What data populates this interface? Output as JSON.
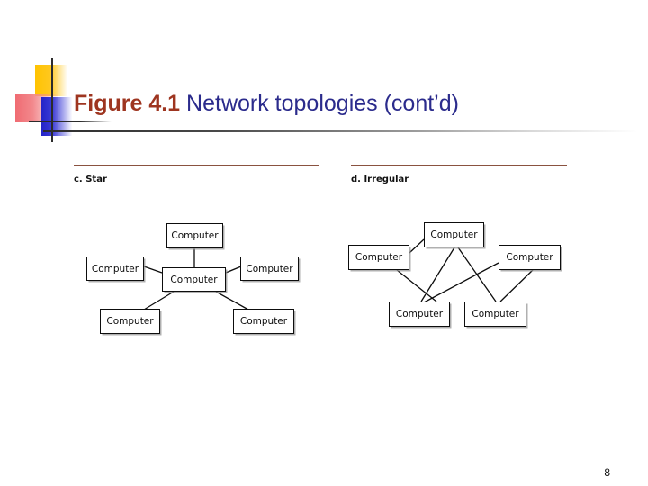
{
  "slide": {
    "title_prefix": "Figure 4.1",
    "title_rest": "  Network topologies (cont’d)",
    "page_number": "8",
    "colors": {
      "title_prefix": "#9e3520",
      "title_rest": "#2b2b8c",
      "panel_rule": "#8a5240",
      "logo_yellow": "#ffc300",
      "logo_pink": "#f06b72",
      "logo_blue": "#2323c8",
      "node_border": "#0d0d0d"
    }
  },
  "panels": [
    {
      "id": "star",
      "letter": "c.",
      "label": "Star",
      "label_full": "c. Star",
      "nodes": [
        {
          "name": "Computer",
          "position": "top"
        },
        {
          "name": "Computer",
          "position": "left"
        },
        {
          "name": "Computer",
          "position": "center"
        },
        {
          "name": "Computer",
          "position": "right"
        },
        {
          "name": "Computer",
          "position": "bottom-left"
        },
        {
          "name": "Computer",
          "position": "bottom-right"
        }
      ],
      "links": [
        {
          "from": "center",
          "to": "top"
        },
        {
          "from": "center",
          "to": "left"
        },
        {
          "from": "center",
          "to": "right"
        },
        {
          "from": "center",
          "to": "bottom-left"
        },
        {
          "from": "center",
          "to": "bottom-right"
        }
      ]
    },
    {
      "id": "irregular",
      "letter": "d.",
      "label": "Irregular",
      "label_full": "d. Irregular",
      "nodes": [
        {
          "name": "Computer",
          "position": "top"
        },
        {
          "name": "Computer",
          "position": "left"
        },
        {
          "name": "Computer",
          "position": "right"
        },
        {
          "name": "Computer",
          "position": "bottom-left"
        },
        {
          "name": "Computer",
          "position": "bottom-right"
        }
      ],
      "links": [
        {
          "from": "left",
          "to": "top"
        },
        {
          "from": "left",
          "to": "bottom-left"
        },
        {
          "from": "top",
          "to": "bottom-left"
        },
        {
          "from": "top",
          "to": "bottom-right"
        },
        {
          "from": "right",
          "to": "bottom-left"
        },
        {
          "from": "right",
          "to": "bottom-right"
        }
      ]
    }
  ]
}
